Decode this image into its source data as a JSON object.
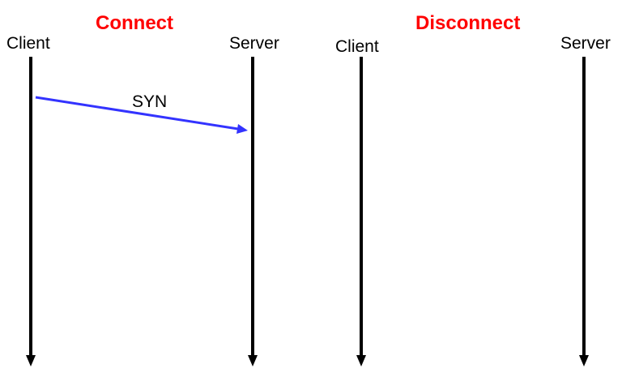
{
  "connect": {
    "title": "Connect",
    "client_label": "Client",
    "server_label": "Server",
    "messages": [
      {
        "label": "SYN",
        "from": "Client",
        "to": "Server"
      }
    ]
  },
  "disconnect": {
    "title": "Disconnect",
    "client_label": "Client",
    "server_label": "Server",
    "messages": []
  },
  "colors": {
    "heading": "#ff0000",
    "lifeline": "#000000",
    "message_arrow": "#3333ff"
  }
}
